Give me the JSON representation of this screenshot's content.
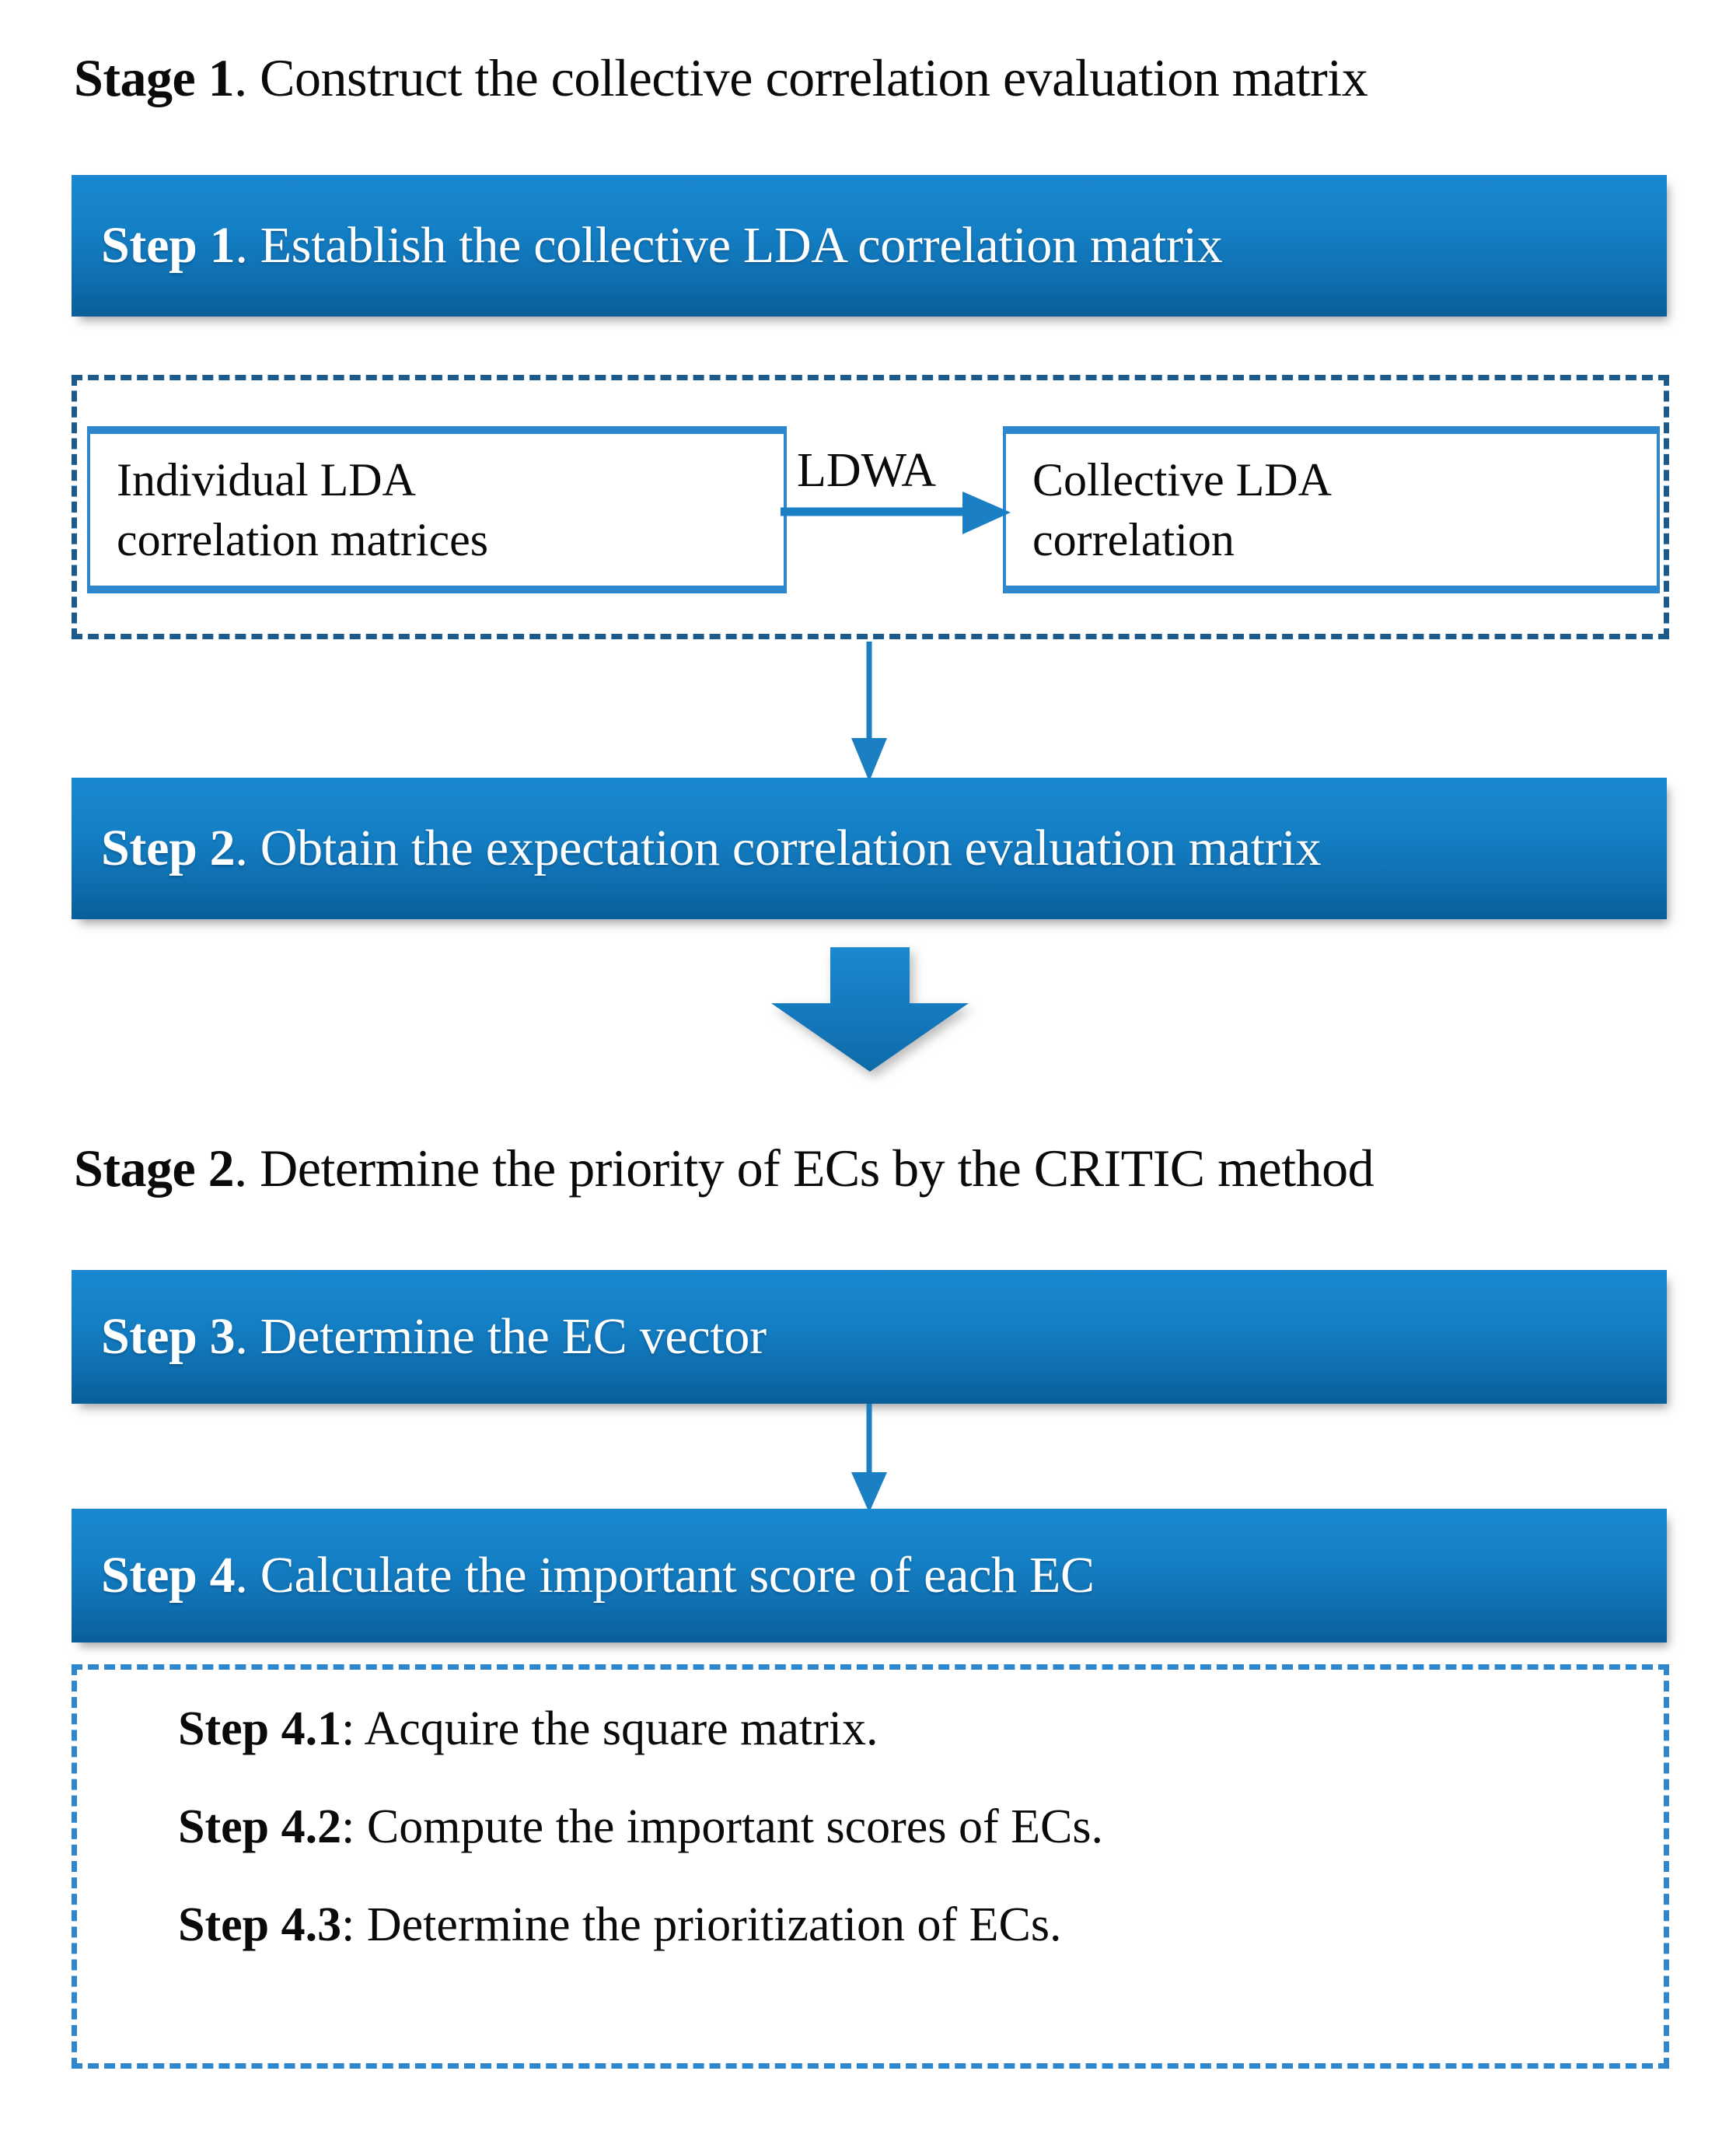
{
  "diagram": {
    "title": "Two-stage EC prioritization flowchart",
    "colors": {
      "dash_border_outer": "#2e86cc",
      "dash_border_inner": "#1c5a8c",
      "bar_gradient_top": "#1a88d0",
      "bar_gradient_bottom": "#0a5e99",
      "arrow_blue": "#1b7fc4",
      "concept_border": "#2e86cc",
      "text_dark": "#0a0a0a",
      "bar_text": "#ffffff"
    }
  },
  "stage1": {
    "label_bold": "Stage 1",
    "label_rest": ". Construct the collective correlation evaluation matrix",
    "step1": {
      "label_bold": "Step 1",
      "label_rest": ". Establish the collective LDA correlation matrix"
    },
    "lda_group": {
      "individual_box": "Individual LDA\ncorrelation matrices",
      "collective_box": "Collective LDA\ncorrelation",
      "arrow_label": "LDWA"
    },
    "step2": {
      "label_bold": "Step 2",
      "label_rest": ". Obtain the expectation correlation evaluation matrix"
    }
  },
  "stage2": {
    "label_bold": "Stage 2",
    "label_rest": ". Determine the priority of ECs by the CRITIC method",
    "step3": {
      "label_bold": "Step 3",
      "label_rest": ". Determine the EC vector"
    },
    "step4": {
      "label_bold": "Step 4",
      "label_rest": ". Calculate the important score of each EC"
    },
    "substeps": [
      {
        "label_bold": "Step 4.1",
        "label_rest": ": Acquire the square matrix."
      },
      {
        "label_bold": "Step 4.2",
        "label_rest": ": Compute the important scores of ECs."
      },
      {
        "label_bold": "Step 4.3",
        "label_rest": ": Determine the prioritization of ECs."
      }
    ]
  }
}
